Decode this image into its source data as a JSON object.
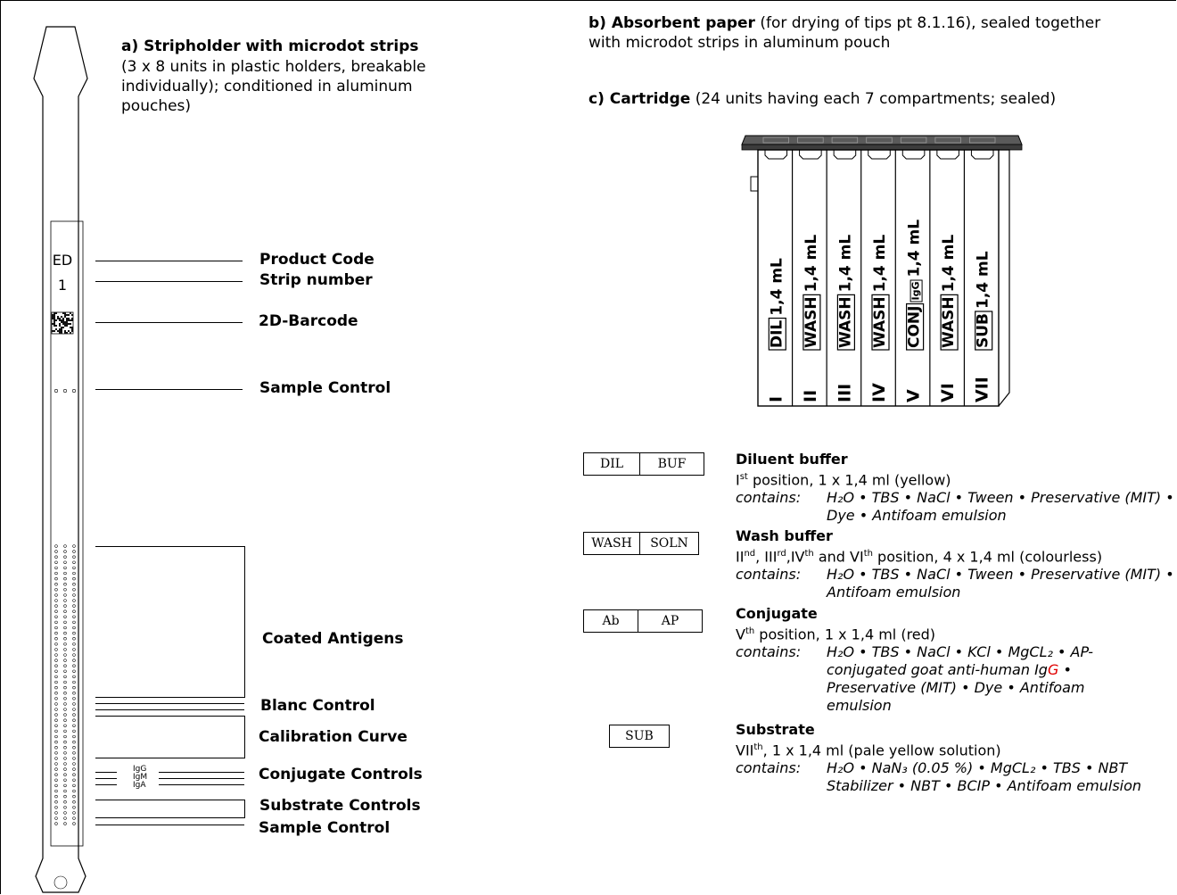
{
  "stripholder": {
    "title": "a) Stripholder with microdot strips",
    "desc": [
      "(3 x 8 units in plastic holders, breakable",
      "individually); conditioned in aluminum",
      "pouches)"
    ],
    "strip_code": "ED",
    "strip_number": "1",
    "conj_marks": [
      "IgG",
      "IgM",
      "IgA"
    ],
    "labels": {
      "product_code": "Product Code",
      "strip_number": "Strip number",
      "barcode": "2D-Barcode",
      "sample_control_top": "Sample Control",
      "coated_antigens": "Coated Antigens",
      "blanc_control": "Blanc Control",
      "calibration_curve": "Calibration Curve",
      "conjugate_controls": "Conjugate Controls",
      "substrate_controls": "Substrate Controls",
      "sample_control_bottom": "Sample Control"
    }
  },
  "absorbent": {
    "title": "b) Absorbent paper",
    "rest": " (for drying of tips pt 8.1.16), sealed together",
    "line2": "with microdot strips in aluminum pouch"
  },
  "cartridge": {
    "title": "c) Cartridge",
    "rest": " (24 units having each 7 compartments; sealed)",
    "compartments": [
      {
        "boxed": "DIL",
        "vol": "1,4 mL",
        "num": "I"
      },
      {
        "boxed": "WASH",
        "vol": "1,4 mL",
        "num": "II"
      },
      {
        "boxed": "WASH",
        "vol": "1,4 mL",
        "num": "III"
      },
      {
        "boxed": "WASH",
        "vol": "1,4 mL",
        "num": "IV"
      },
      {
        "boxed": "CONJ",
        "sub": "IgG",
        "vol": "1,4 mL",
        "num": "V"
      },
      {
        "boxed": "WASH",
        "vol": "1,4 mL",
        "num": "VI"
      },
      {
        "boxed": "SUB",
        "vol": "1,4 mL",
        "num": "VII"
      }
    ]
  },
  "reagents": {
    "contains_label": "contains:",
    "diluent": {
      "sym": [
        "DIL",
        "BUF"
      ],
      "name": "Diluent buffer",
      "pos_a": "I",
      "pos_a_sup": "st",
      "pos_rest": " position, 1 x 1,4 ml (yellow)",
      "contains": "H₂O • TBS • NaCl • Tween •  Preservative (MIT) • Dye • Antifoam emulsion"
    },
    "wash": {
      "sym": [
        "WASH",
        "SOLN"
      ],
      "name": "Wash buffer",
      "p1": "II",
      "s1": "nd",
      "p2": ", III",
      "s2": "rd",
      "p3": ",IV",
      "s3": "th",
      "p4": " and VI",
      "s4": "th",
      "pos_rest": " position, 4 x 1,4 ml (colourless)",
      "contains": "H₂O • TBS • NaCl • Tween •  Preservative (MIT) • Antifoam emulsion"
    },
    "conjugate": {
      "sym": [
        "Ab",
        "AP"
      ],
      "name": "Conjugate",
      "pos_a": "V",
      "pos_a_sup": "th",
      "pos_rest": " position, 1 x 1,4 ml (red)",
      "contains_a": "H₂O •  TBS • NaCl • KCl • MgCL₂ •  AP-conjugated goat anti-human Ig",
      "contains_red": "G",
      "contains_b": " • Preservative (MIT) • Dye • Antifoam emulsion"
    },
    "substrate": {
      "sym": [
        "SUB"
      ],
      "name": "Substrate",
      "pos_a": "VII",
      "pos_a_sup": "th",
      "pos_rest": ", 1 x 1,4 ml (pale yellow solution)",
      "contains": "H₂O • NaN₃ (0.05 %) • MgCL₂ • TBS • NBT Stabilizer • NBT • BCIP • Antifoam emulsion"
    }
  }
}
